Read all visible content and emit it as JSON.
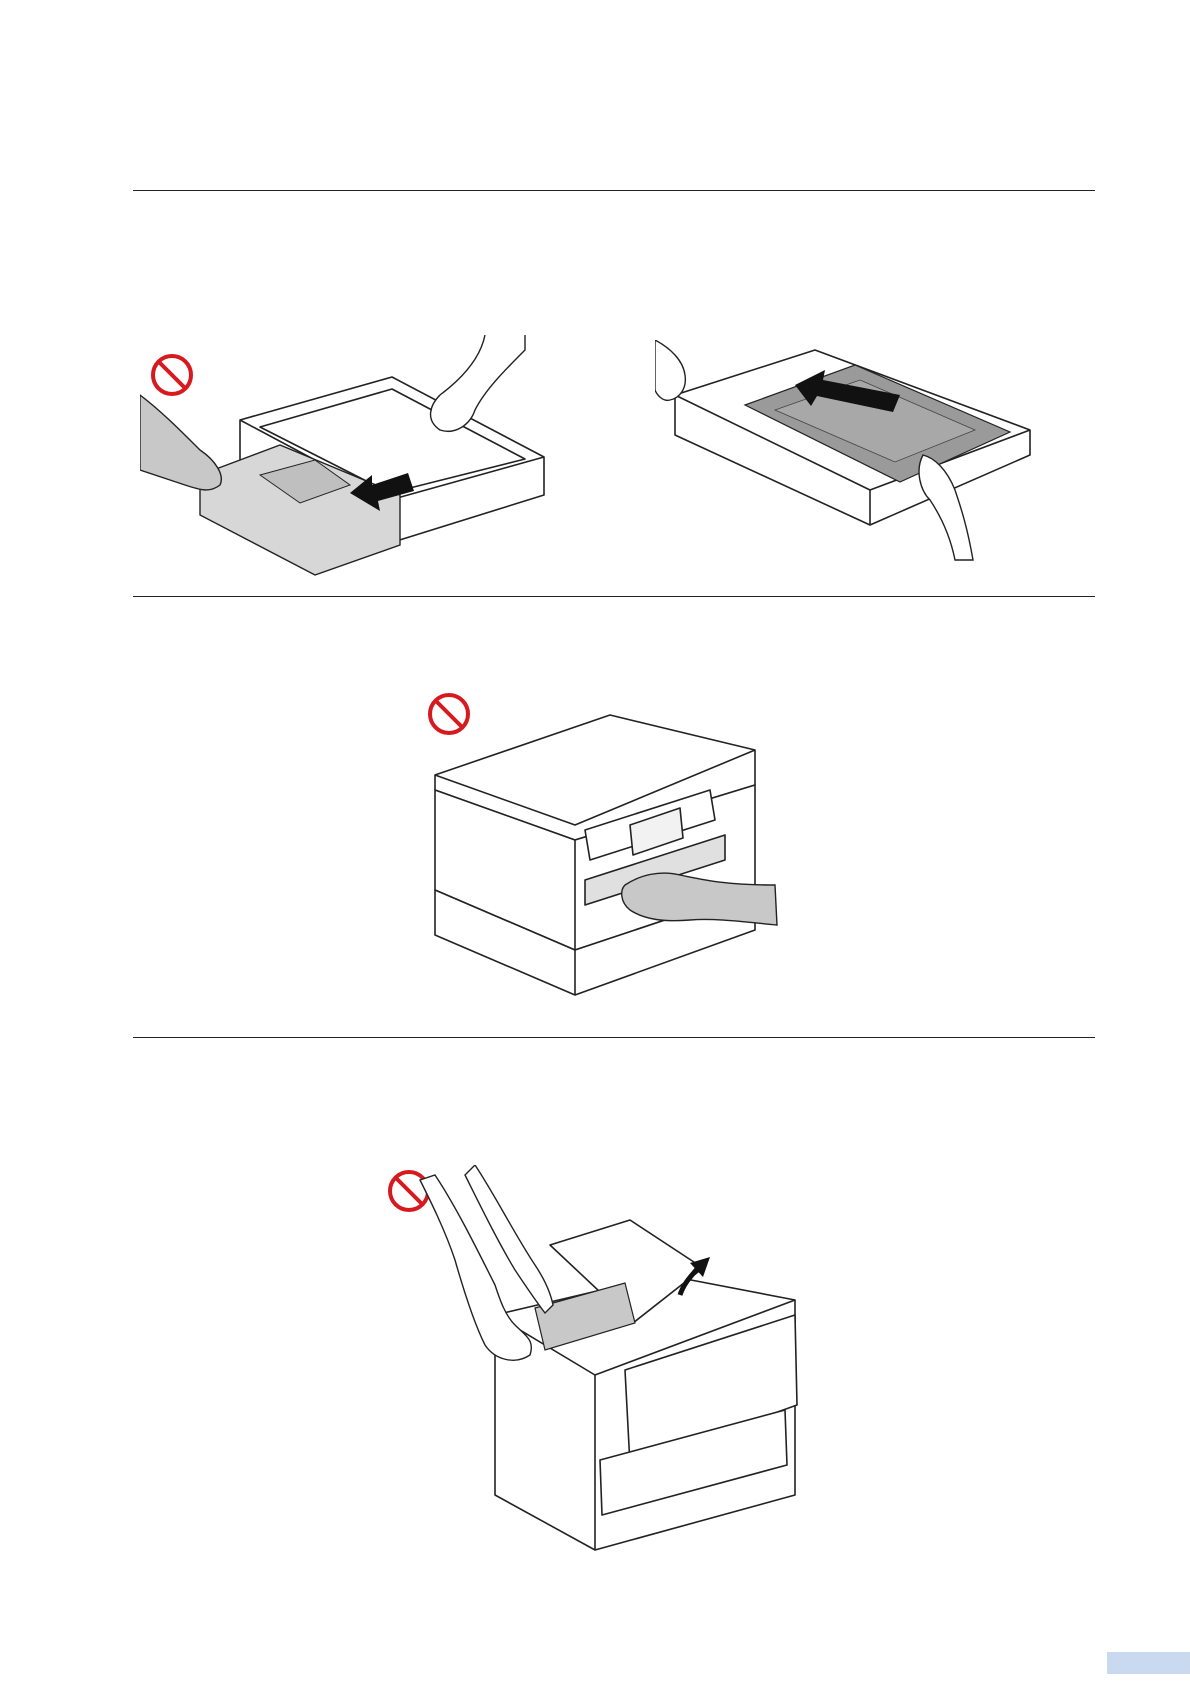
{
  "page": {
    "accent_tab_color": "#c9d9ef",
    "prohibit_color": "#d71920"
  },
  "figures": [
    {
      "id": "tray-pull-wrong",
      "icons": [
        "prohibit-icon"
      ]
    },
    {
      "id": "tray-push-correct",
      "icons": []
    },
    {
      "id": "printer-hand-in-slot-wrong",
      "icons": [
        "prohibit-icon"
      ]
    },
    {
      "id": "printer-lift-cover-wrong",
      "icons": [
        "prohibit-icon",
        "curved-arrow-icon"
      ]
    }
  ]
}
